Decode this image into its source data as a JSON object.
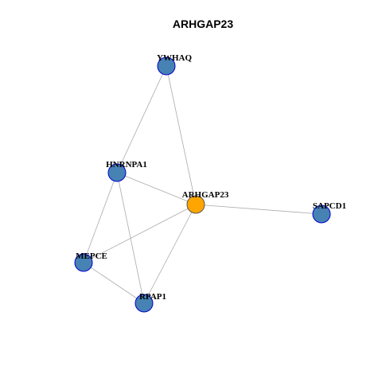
{
  "title": "ARHGAP23",
  "colors": {
    "center_fill": "#FFA500",
    "center_stroke": "#555555",
    "node_fill": "#4682B4",
    "node_stroke": "#0000CD",
    "edge": "#AAAAAA"
  },
  "nodes": [
    {
      "id": "YWHAQ",
      "label": "YWHAQ",
      "center": false
    },
    {
      "id": "HNRNPA1",
      "label": "HNRNPA1",
      "center": false
    },
    {
      "id": "ARHGAP23",
      "label": "ARHGAP23",
      "center": true
    },
    {
      "id": "SAPCD1",
      "label": "SAPCD1",
      "center": false
    },
    {
      "id": "MEPCE",
      "label": "MEPCE",
      "center": false
    },
    {
      "id": "RPAP1",
      "label": "RPAP1",
      "center": false
    }
  ],
  "edges": [
    {
      "source": "YWHAQ",
      "target": "HNRNPA1"
    },
    {
      "source": "YWHAQ",
      "target": "ARHGAP23"
    },
    {
      "source": "HNRNPA1",
      "target": "ARHGAP23"
    },
    {
      "source": "HNRNPA1",
      "target": "MEPCE"
    },
    {
      "source": "HNRNPA1",
      "target": "RPAP1"
    },
    {
      "source": "ARHGAP23",
      "target": "SAPCD1"
    },
    {
      "source": "ARHGAP23",
      "target": "MEPCE"
    },
    {
      "source": "ARHGAP23",
      "target": "RPAP1"
    },
    {
      "source": "MEPCE",
      "target": "RPAP1"
    }
  ]
}
